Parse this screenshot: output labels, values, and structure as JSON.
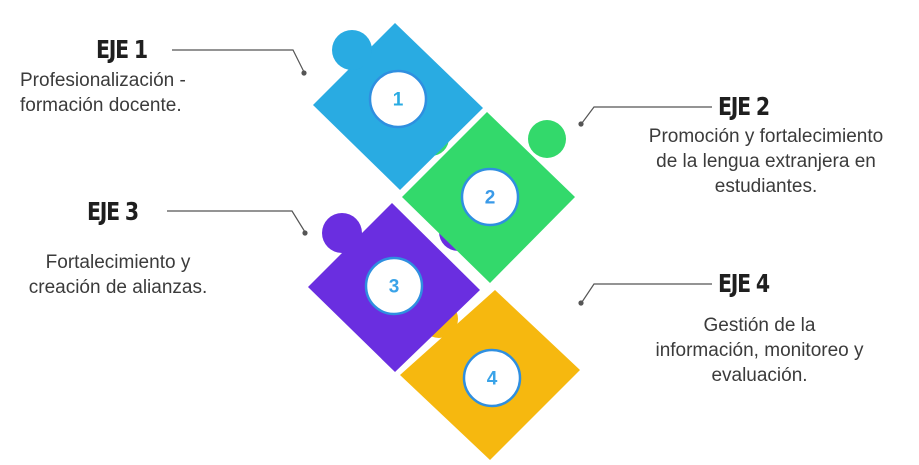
{
  "axes": [
    {
      "title": "EJE 1",
      "description": [
        "Profesionalización -",
        "formación docente."
      ],
      "number": "1",
      "color": "#29abe2",
      "number_color": "#29abe2"
    },
    {
      "title": "EJE 2",
      "description": [
        "Promoción y fortalecimiento",
        "de la lengua extranjera en",
        "estudiantes."
      ],
      "number": "2",
      "color": "#33d96b",
      "number_color": "#3a9ae8"
    },
    {
      "title": "EJE 3",
      "description": [
        "Fortalecimiento y",
        "creación de alianzas."
      ],
      "number": "3",
      "color": "#6a2ee0",
      "number_color": "#3aa3e8"
    },
    {
      "title": "EJE 4",
      "description": [
        "Gestión de la",
        "información, monitoreo y",
        "evaluación."
      ],
      "number": "4",
      "color": "#f6b80f",
      "number_color": "#3aa3e8"
    }
  ]
}
